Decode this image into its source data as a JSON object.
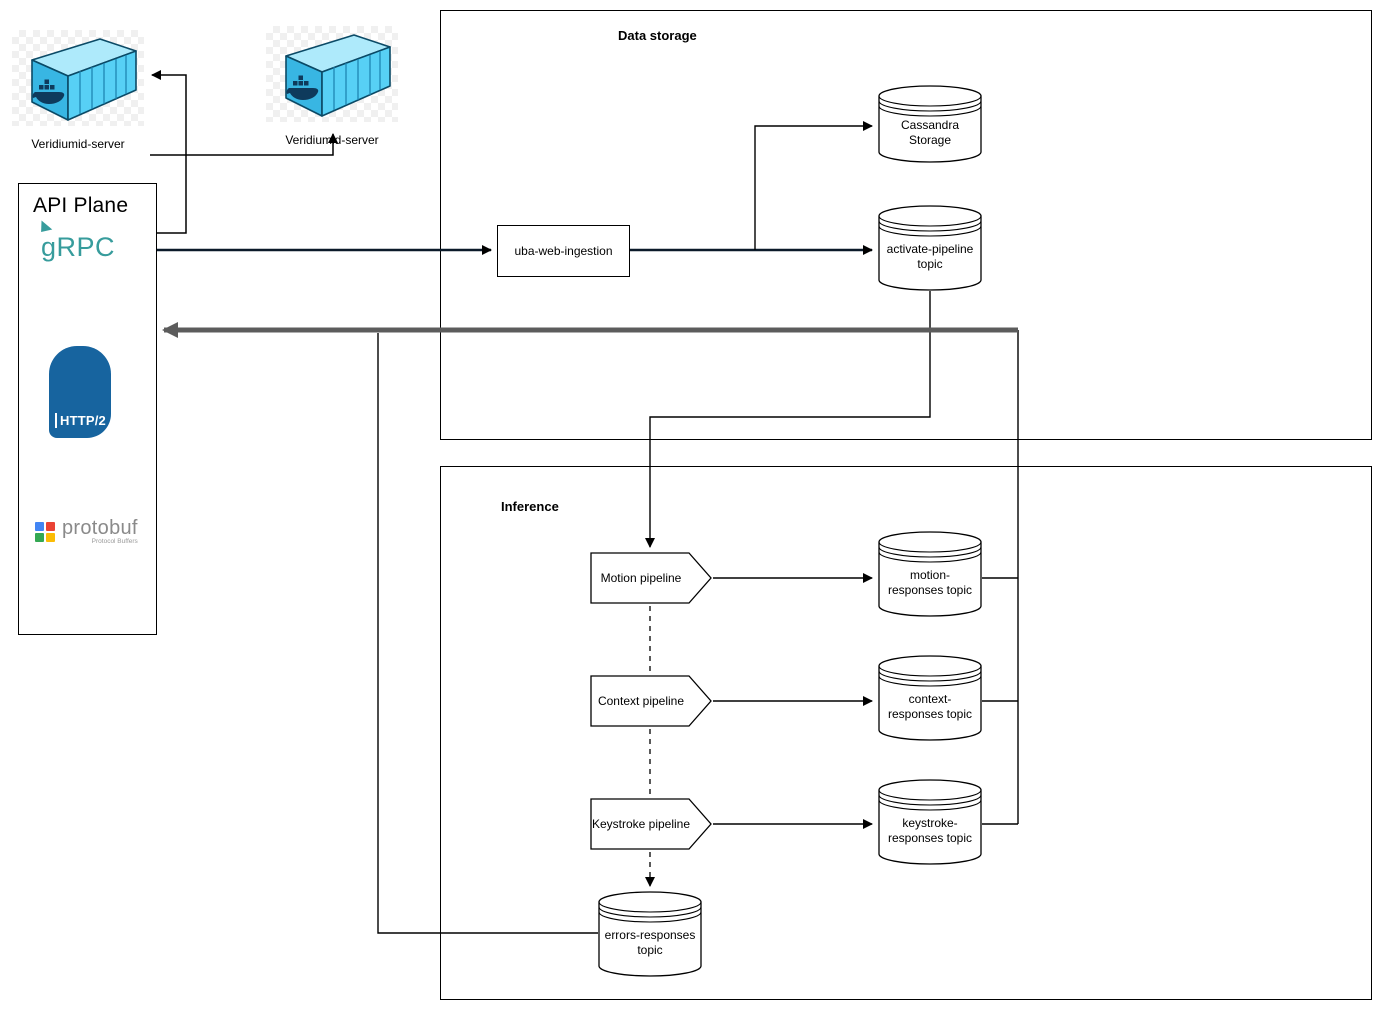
{
  "diagram": {
    "servers": [
      {
        "label": "Veridiumid-server"
      },
      {
        "label": "Veridiumid-server"
      }
    ],
    "api_plane": {
      "title": "API Plane",
      "protocols": {
        "grpc": "gRPC",
        "http2": "HTTP/2",
        "protobuf": "protobuf",
        "protobuf_subtitle": "Protocol Buffers"
      }
    },
    "data_storage": {
      "title": "Data storage",
      "ingestion_label": "uba-web-ingestion",
      "cassandra_label": "Cassandra Storage",
      "activate_topic_label": "activate-pipeline topic"
    },
    "inference": {
      "title": "Inference",
      "pipelines": [
        {
          "label": "Motion pipeline"
        },
        {
          "label": "Context pipeline"
        },
        {
          "label": "Keystroke pipeline"
        }
      ],
      "topics": [
        {
          "label": "motion-responses topic"
        },
        {
          "label": "context-responses topic"
        },
        {
          "label": "keystroke-responses topic"
        }
      ],
      "errors_topic_label": "errors-responses topic"
    }
  },
  "colors": {
    "grpc_teal": "#379c9c",
    "http2_blue": "#17649f",
    "docker_cyan": "#45c8f1",
    "line_black": "#000000",
    "return_line_gray": "#5c5c5c"
  }
}
